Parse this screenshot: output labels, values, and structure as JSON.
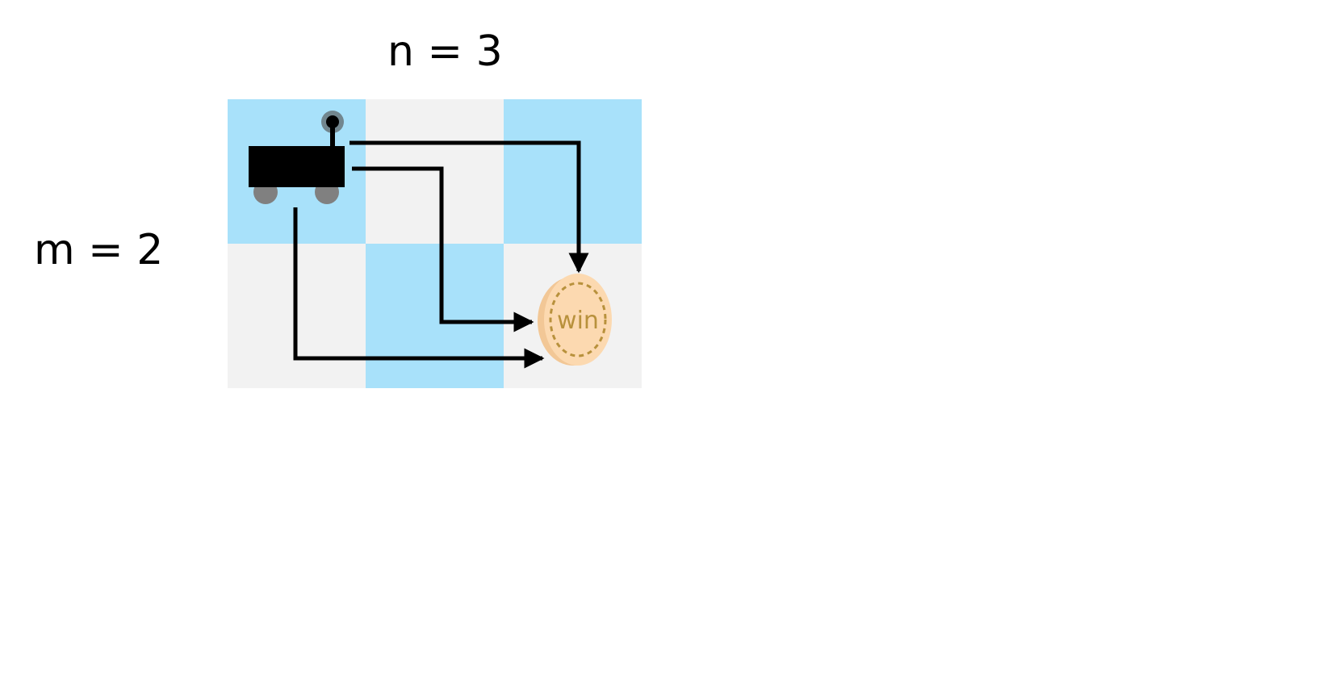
{
  "labels": {
    "columns": "n = 3",
    "rows": "m = 2"
  },
  "grid": {
    "rows": 2,
    "cols": 3,
    "cells": [
      [
        "blue",
        "gray",
        "blue"
      ],
      [
        "gray",
        "blue",
        "gray"
      ]
    ]
  },
  "colors": {
    "blue": "#a8e1fa",
    "gray": "#f2f2f2",
    "robot": "#000000",
    "wheel": "#808080",
    "coin_fill": "#fcd9b0",
    "coin_edge": "#f2c796",
    "coin_accent": "#b8913c",
    "arrow": "#000000"
  },
  "robot": {
    "icon": "robot-icon",
    "cell": [
      0,
      0
    ]
  },
  "goal": {
    "icon": "coin-icon",
    "text": "win",
    "cell": [
      1,
      2
    ]
  },
  "paths": [
    {
      "name": "path-right-then-down",
      "moves": [
        "right",
        "right",
        "down"
      ]
    },
    {
      "name": "path-right-down-right",
      "moves": [
        "right",
        "down",
        "right"
      ]
    },
    {
      "name": "path-down-then-right",
      "moves": [
        "down",
        "right",
        "right"
      ]
    }
  ]
}
